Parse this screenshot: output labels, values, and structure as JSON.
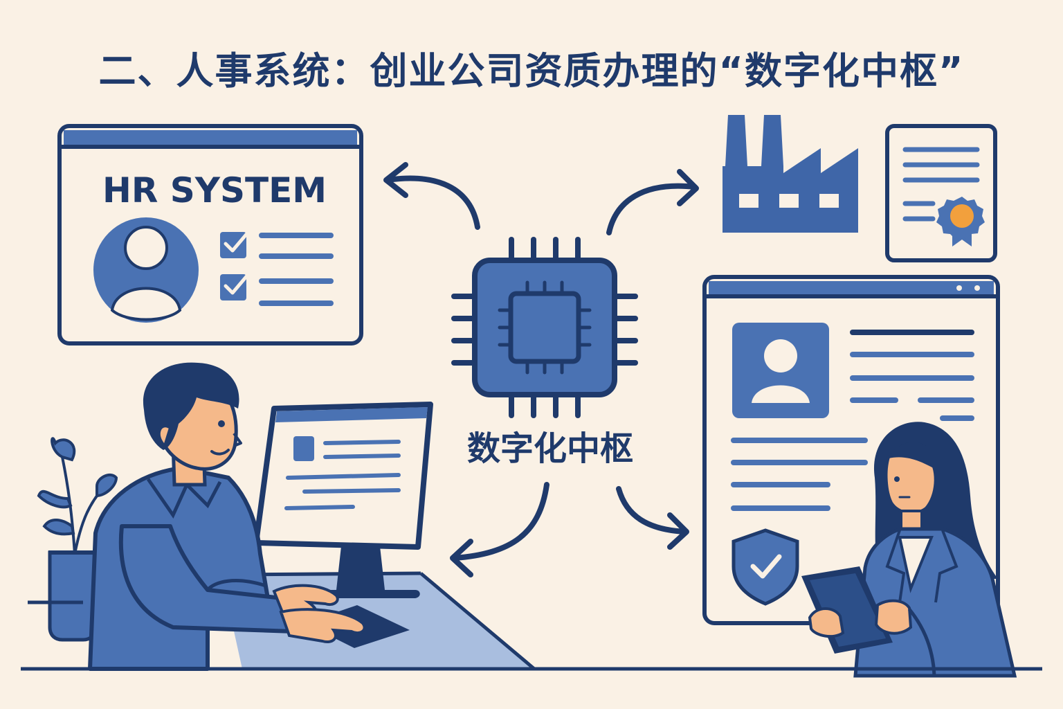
{
  "title": "二、人事系统：创业公司资质办理的“数字化中枢”",
  "hr_window": {
    "heading": "HR SYSTEM"
  },
  "hub": {
    "label": "数字化中枢"
  },
  "colors": {
    "background": "#faf1e5",
    "navy": "#1f3a6b",
    "blue": "#4a72b3",
    "light_blue": "#a9bedf",
    "skin": "#f5b98a",
    "badge_orange": "#f2a03d"
  }
}
